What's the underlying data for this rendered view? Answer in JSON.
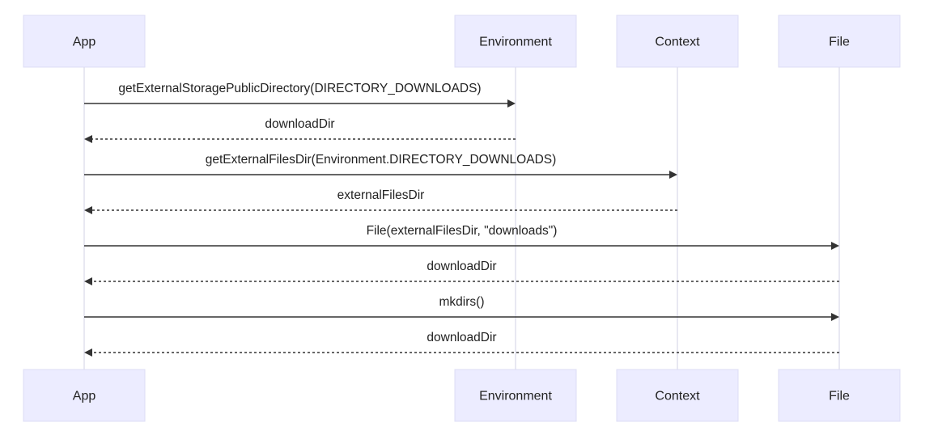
{
  "actors": [
    {
      "id": "app",
      "label": "App"
    },
    {
      "id": "environment",
      "label": "Environment"
    },
    {
      "id": "context",
      "label": "Context"
    },
    {
      "id": "file",
      "label": "File"
    }
  ],
  "messages": [
    {
      "from": "app",
      "to": "environment",
      "label": "getExternalStoragePublicDirectory(DIRECTORY_DOWNLOADS)",
      "style": "solid"
    },
    {
      "from": "environment",
      "to": "app",
      "label": "downloadDir",
      "style": "dashed"
    },
    {
      "from": "app",
      "to": "context",
      "label": "getExternalFilesDir(Environment.DIRECTORY_DOWNLOADS)",
      "style": "solid"
    },
    {
      "from": "context",
      "to": "app",
      "label": "externalFilesDir",
      "style": "dashed"
    },
    {
      "from": "app",
      "to": "file",
      "label": "File(externalFilesDir, \"downloads\")",
      "style": "solid"
    },
    {
      "from": "file",
      "to": "app",
      "label": "downloadDir",
      "style": "dashed"
    },
    {
      "from": "app",
      "to": "file",
      "label": "mkdirs()",
      "style": "solid"
    },
    {
      "from": "file",
      "to": "app",
      "label": "downloadDir",
      "style": "dashed"
    }
  ]
}
